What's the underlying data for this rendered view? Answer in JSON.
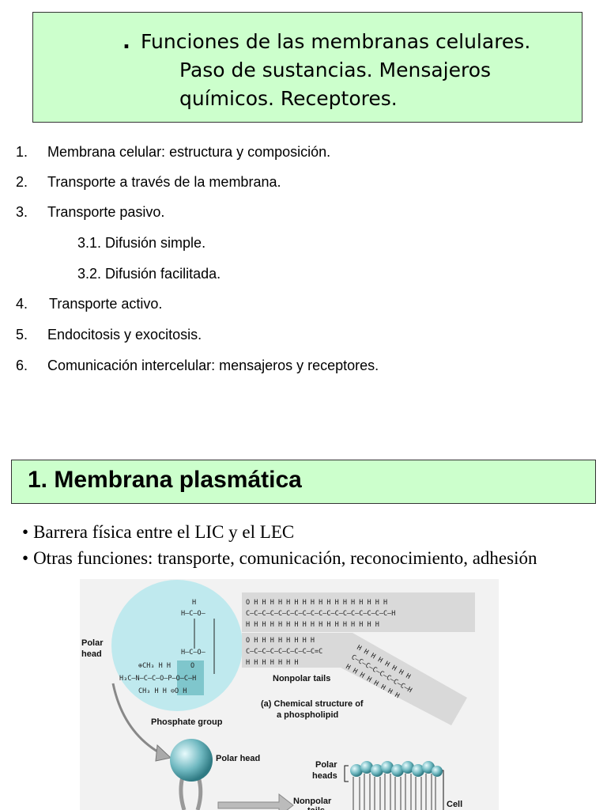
{
  "slide1": {
    "title_bullet": ".",
    "title_lines": [
      "Funciones de las membranas celulares.",
      "Paso de sustancias. Mensajeros",
      "químicos. Receptores."
    ],
    "toc": [
      {
        "num": "1.",
        "text": "Membrana celular: estructura y composición."
      },
      {
        "num": "2.",
        "text": "Transporte a través de la membrana."
      },
      {
        "num": "3.",
        "text": "Transporte pasivo."
      },
      {
        "num": "",
        "text": "3.1. Difusión simple."
      },
      {
        "num": "",
        "text": "3.2. Difusión facilitada."
      },
      {
        "num": "4.",
        "text": "Transporte activo."
      },
      {
        "num": "5.",
        "text": "Endocitosis y exocitosis."
      },
      {
        "num": "6.",
        "text": "Comunicación intercelular: mensajeros y receptores."
      }
    ]
  },
  "slide2": {
    "heading": "1. Membrana plasmática",
    "bullets": [
      "Barrera física entre el LIC y el LEC",
      "Otras funciones: transporte, comunicación, reconocimiento, adhesión"
    ],
    "bullet_char": "•",
    "figure": {
      "polar_head_label": "Polar\nhead",
      "phosphate_label": "Phosphate group",
      "nonpolar_tails_label": "Nonpolar tails",
      "caption_a": "(a) Chemical structure of",
      "caption_a2": "a phospholipid",
      "polar_head_small": "Polar head",
      "polar_heads_label": "Polar\nheads",
      "nonpolar_label": "Nonpolar",
      "tails_label": "tails",
      "cell_label": "Cell",
      "colors": {
        "head_circle": "#bfe9ee",
        "tail_band": "#d9d9d9",
        "phosphate_box": "#7fc6cc",
        "sphere": "#6fb8c0"
      }
    }
  }
}
